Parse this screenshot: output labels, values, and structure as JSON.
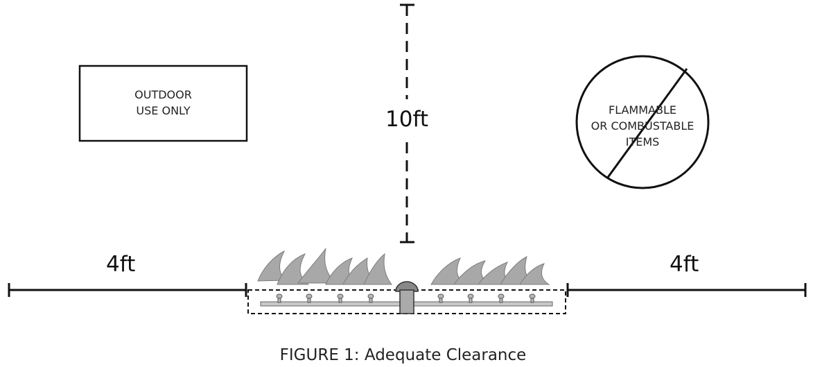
{
  "signs": {
    "outdoor": {
      "line1": "OUTDOOR",
      "line2": "USE ONLY"
    },
    "prohibited": {
      "line1": "FLAMMABLE",
      "line2": "OR COMBUSTABLE",
      "line3": "ITEMS"
    }
  },
  "dimensions": {
    "vertical": "10ft",
    "left": "4ft",
    "right": "4ft"
  },
  "caption": "FIGURE 1: Adequate Clearance",
  "colors": {
    "line": "#111111",
    "burner": "#bdbdbd",
    "flame": "#8a8a8a"
  }
}
